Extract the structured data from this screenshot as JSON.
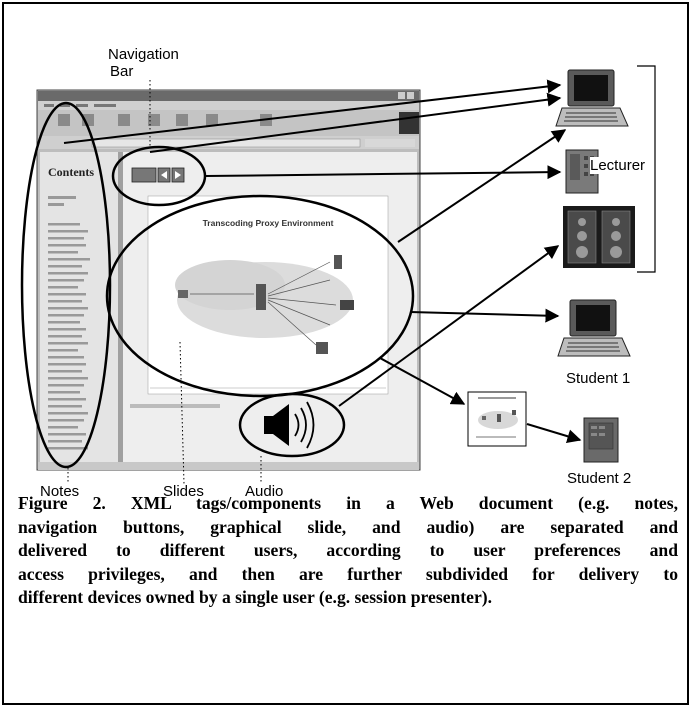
{
  "labels": {
    "navigation_bar_line1": "Navigation",
    "navigation_bar_line2": "Bar",
    "lecturer": "Lecturer",
    "student1": "Student 1",
    "student2": "Student 2",
    "notes": "Notes",
    "slides": "Slides",
    "audio": "Audio"
  },
  "screenshot": {
    "contents_heading": "Contents",
    "slide_title": "Transcoding Proxy Environment"
  },
  "caption": {
    "line1": "Figure 2.  XML tags/components in a Web document (e.g. notes,",
    "line2": "navigation buttons, graphical slide, and audio) are separated and",
    "line3": "delivered to different users, according to user preferences and",
    "line4": "access privileges, and then are further subdivided for delivery to",
    "line5": "different devices owned by a single user (e.g. session presenter)."
  },
  "colors": {
    "screen_gray": "#c8c8c8",
    "dark_gray": "#555555",
    "device_gray": "#6e6e6e"
  }
}
